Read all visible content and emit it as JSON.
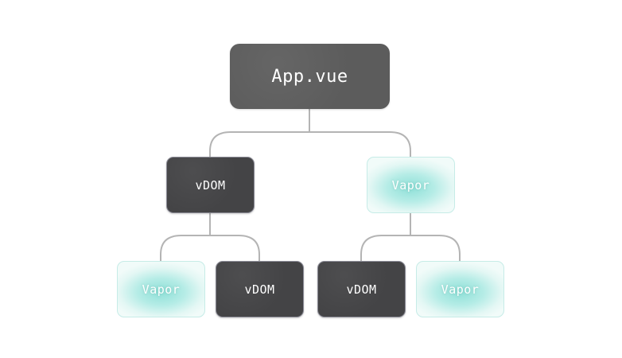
{
  "root": {
    "label": "App.vue"
  },
  "level1": [
    {
      "label": "vDOM",
      "kind": "vdom"
    },
    {
      "label": "Vapor",
      "kind": "vapor"
    }
  ],
  "level2": [
    {
      "label": "Vapor",
      "kind": "vapor"
    },
    {
      "label": "vDOM",
      "kind": "vdom"
    },
    {
      "label": "vDOM",
      "kind": "vdom"
    },
    {
      "label": "Vapor",
      "kind": "vapor"
    }
  ],
  "colors": {
    "root_fill": "#5c5c5c",
    "vdom_fill": "#444446",
    "vapor_glow": "#8fe0d8",
    "connector": "#b4b4b4"
  }
}
